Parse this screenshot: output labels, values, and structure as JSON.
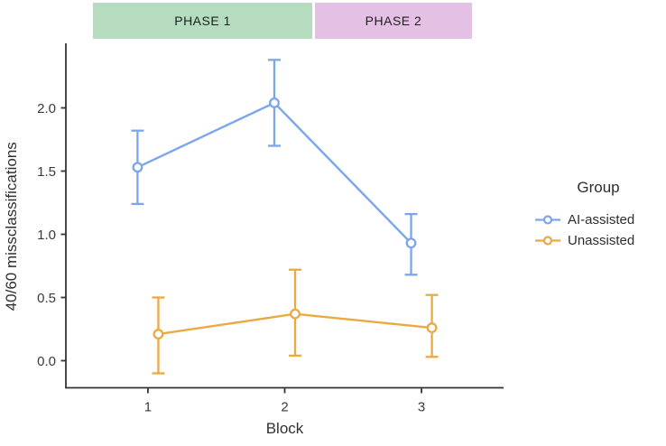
{
  "chart_data": {
    "type": "line",
    "title": "",
    "xlabel": "Block",
    "ylabel": "40/60 missclassifications",
    "categories": [
      1,
      2,
      3
    ],
    "x_ticks": [
      "1",
      "2",
      "3"
    ],
    "y_ticks": [
      0.0,
      0.5,
      1.0,
      1.5,
      2.0
    ],
    "x_domain": [
      0.4,
      3.6
    ],
    "ylim": [
      -0.2,
      2.5
    ],
    "grid": false,
    "marker": "open-circle",
    "error_bars": true,
    "dodge": 0.076,
    "legend": {
      "title": "Group",
      "position": "right"
    },
    "series": [
      {
        "name": "AI-assisted",
        "color": "#7CA6EC",
        "values": [
          1.53,
          2.04,
          0.93
        ],
        "ci_lower": [
          1.24,
          1.7,
          0.68
        ],
        "ci_upper": [
          1.82,
          2.38,
          1.16
        ]
      },
      {
        "name": "Unassisted",
        "color": "#EAAA42",
        "values": [
          0.21,
          0.37,
          0.26
        ],
        "ci_lower": [
          -0.1,
          0.04,
          0.03
        ],
        "ci_upper": [
          0.5,
          0.72,
          0.52
        ]
      }
    ],
    "phase_bands": [
      {
        "label": "PHASE 1",
        "color": "#B5DCBE",
        "x_start": 0.6,
        "x_end": 2.2
      },
      {
        "label": "PHASE 2",
        "color": "#E5C0E5",
        "x_start": 2.22,
        "x_end": 3.37
      }
    ],
    "axis_color": "#333333",
    "tick_text_color": "#3a3a3a"
  }
}
